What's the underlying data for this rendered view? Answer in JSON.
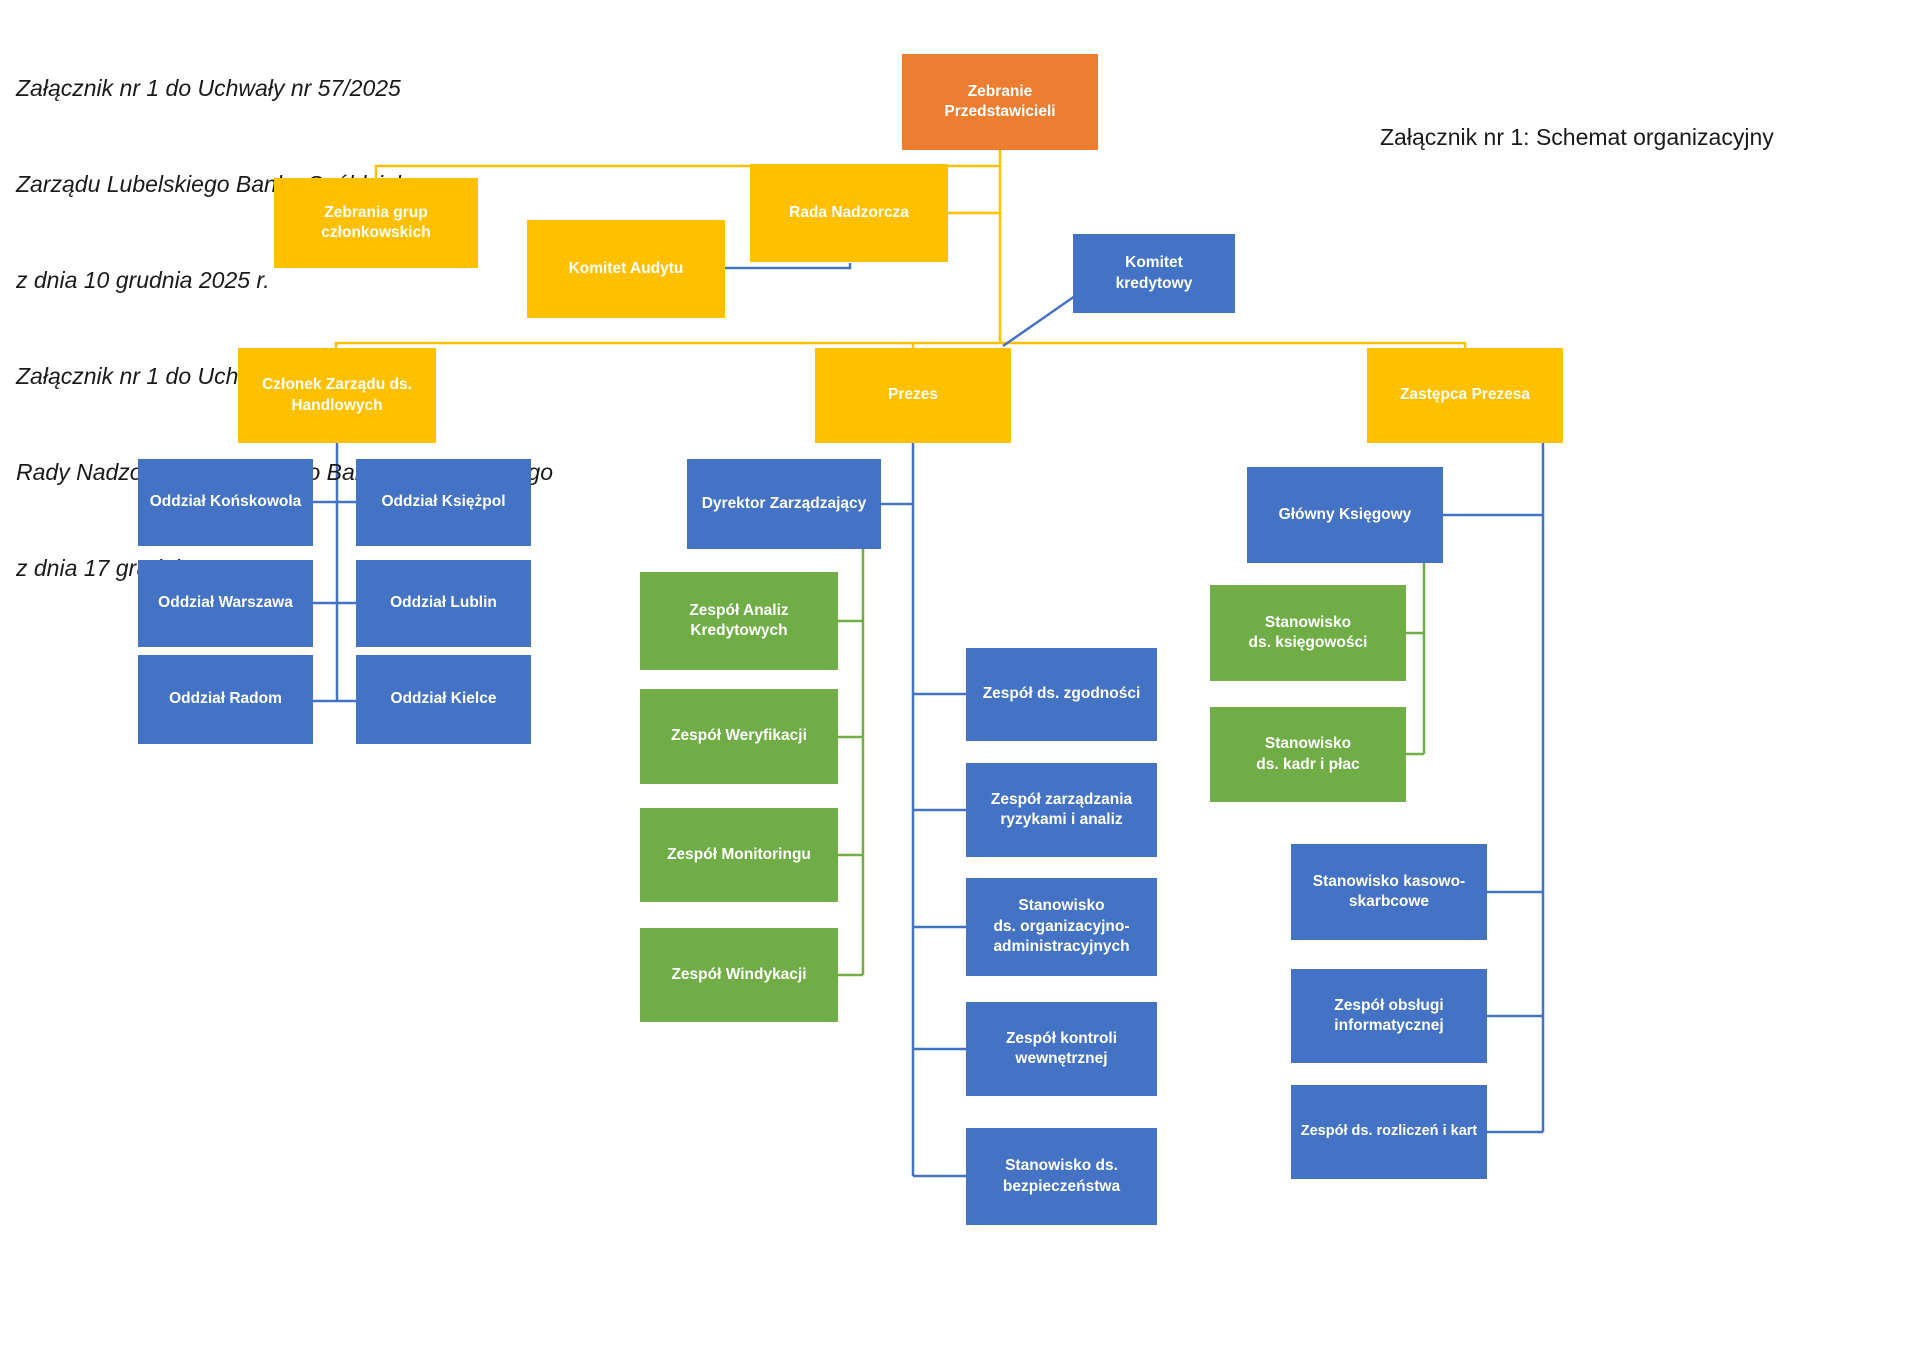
{
  "document": {
    "note_lines": [
      "Załącznik nr 1 do Uchwały nr 57/2025",
      "Zarządu Lubelskiego Banku Spółdzielczego",
      "z dnia 10 grudnia 2025 r.",
      "Załącznik nr 1 do Uchwały nr 39/2025",
      "Rady Nadzorczej Lubelskiego Banku Spółdzielczego",
      "z dnia 17 grudnia 2025 r."
    ],
    "title": "Załącznik nr 1: Schemat organizacyjny"
  },
  "palette": {
    "orange": "#ED7D31",
    "gold": "#FFC000",
    "blue": "#4472C4",
    "green": "#70AD47"
  },
  "nodes": {
    "zebranie_przedstawicieli": {
      "label": "Zebranie\nPrzedstawicieli"
    },
    "zebrania_grup": {
      "label": "Zebrania grup\nczłonkowskich"
    },
    "komitet_audytu": {
      "label": "Komitet Audytu"
    },
    "rada_nadzorcza": {
      "label": "Rada Nadzorcza"
    },
    "komitet_kredytowy": {
      "label": "Komitet\nkredytowy"
    },
    "czlonek_zarzadu": {
      "label": "Członek Zarządu ds.\nHandlowych"
    },
    "prezes": {
      "label": "Prezes"
    },
    "zastepca_prezesa": {
      "label": "Zastępca Prezesa"
    },
    "oddzial_konskowola": {
      "label": "Oddział Końskowola"
    },
    "oddzial_ksiezpol": {
      "label": "Oddział Księżpol"
    },
    "oddzial_warszawa": {
      "label": "Oddział Warszawa"
    },
    "oddzial_lublin": {
      "label": "Oddział Lublin"
    },
    "oddzial_radom": {
      "label": "Oddział Radom"
    },
    "oddzial_kielce": {
      "label": "Oddział Kielce"
    },
    "dyrektor_zarzadzajacy": {
      "label": "Dyrektor Zarządzający"
    },
    "zespol_analiz_kredytowych": {
      "label": "Zespół Analiz\nKredytowych"
    },
    "zespol_weryfikacji": {
      "label": "Zespół Weryfikacji"
    },
    "zespol_monitoringu": {
      "label": "Zespół Monitoringu"
    },
    "zespol_windykacji": {
      "label": "Zespół Windykacji"
    },
    "zespol_zgodnosci": {
      "label": "Zespół ds. zgodności"
    },
    "zespol_ryzyk": {
      "label": "Zespół zarządzania\nryzykami i analiz"
    },
    "stanowisko_org_adm": {
      "label": "Stanowisko\nds. organizacyjno-\nadministracyjnych"
    },
    "zespol_kontroli": {
      "label": "Zespół kontroli\nwewnętrznej"
    },
    "stanowisko_bezpieczenstwa": {
      "label": "Stanowisko ds.\nbezpieczeństwa"
    },
    "glowny_ksiegowy": {
      "label": "Główny Księgowy"
    },
    "stanowisko_ksiegowosci": {
      "label": "Stanowisko\nds. księgowości"
    },
    "stanowisko_kadr_plac": {
      "label": "Stanowisko\nds. kadr i płac"
    },
    "stanowisko_kasowo_skarbcowe": {
      "label": "Stanowisko kasowo-\nskarbcowe"
    },
    "zespol_obslugi_informatycznej": {
      "label": "Zespół obsługi\ninformatycznej"
    },
    "zespol_rozliczen_kart": {
      "label": "Zespół ds. rozliczeń i kart"
    }
  }
}
